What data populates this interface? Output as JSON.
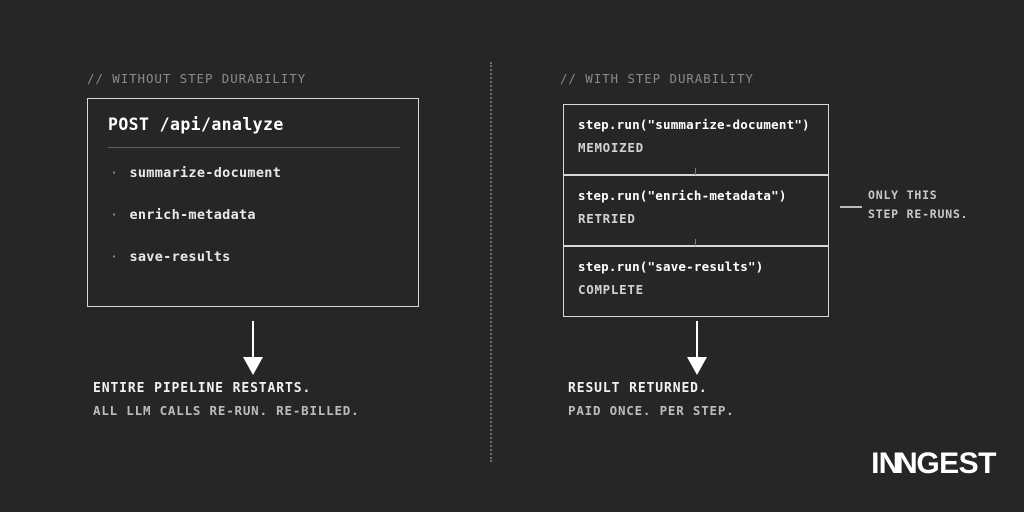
{
  "canvas": {
    "background": "#262626",
    "accent_white": "#ffffff",
    "muted": "#8a8a8a"
  },
  "left_column": {
    "comment": "// WITHOUT STEP DURABILITY",
    "card": {
      "title": "POST /api/analyze",
      "steps": [
        {
          "bullet": "·",
          "label": "summarize-document"
        },
        {
          "bullet": "·",
          "label": "enrich-metadata"
        },
        {
          "bullet": "·",
          "label": "save-results"
        }
      ]
    },
    "caption": {
      "main": "ENTIRE PIPELINE RESTARTS.",
      "sub": "ALL LLM CALLS RE-RUN. RE-BILLED."
    }
  },
  "right_column": {
    "comment": "// WITH STEP DURABILITY",
    "steps": [
      {
        "call": "step.run(\"summarize-document\")",
        "status": "MEMOIZED"
      },
      {
        "call": "step.run(\"enrich-metadata\")",
        "status": "RETRIED"
      },
      {
        "call": "step.run(\"save-results\")",
        "status": "COMPLETE"
      }
    ],
    "callout": {
      "line1": "ONLY THIS",
      "line2": "STEP RE-RUNS."
    },
    "caption": {
      "main": "RESULT RETURNED.",
      "sub": "PAID ONCE. PER STEP."
    }
  },
  "brand": {
    "prefix": "I",
    "ligature": "NN",
    "suffix": "GEST"
  }
}
